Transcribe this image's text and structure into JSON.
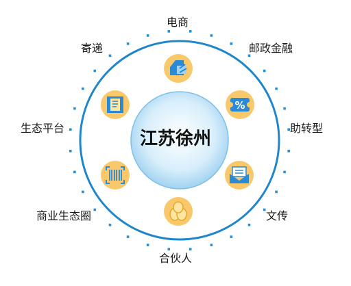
{
  "center": {
    "title": "江苏徐州"
  },
  "segments": [
    {
      "label": "电商",
      "icon": "warehouse-boxes-icon"
    },
    {
      "label": "邮政金融",
      "icon": "coupon-ticket-icon"
    },
    {
      "label": "助转型",
      "icon": "envelope-document-icon"
    },
    {
      "label": "文传",
      "icon": "coin-stack-icon"
    },
    {
      "label": "合伙人",
      "icon": "barcode-scanner-icon"
    },
    {
      "label": "商业生态圈",
      "icon": "receipt-icon"
    },
    {
      "label": "生态平台",
      "icon": ""
    },
    {
      "label": "寄递",
      "icon": ""
    }
  ],
  "colors": {
    "ring": "#1f86cc",
    "dots": "#2a8fd1",
    "icon_bg": "#f9c86a",
    "icon_blue": "#2a8ad6",
    "center_light": "#ffffff",
    "center_mid": "#cfe9f8",
    "center_edge": "#8cc8ee"
  }
}
